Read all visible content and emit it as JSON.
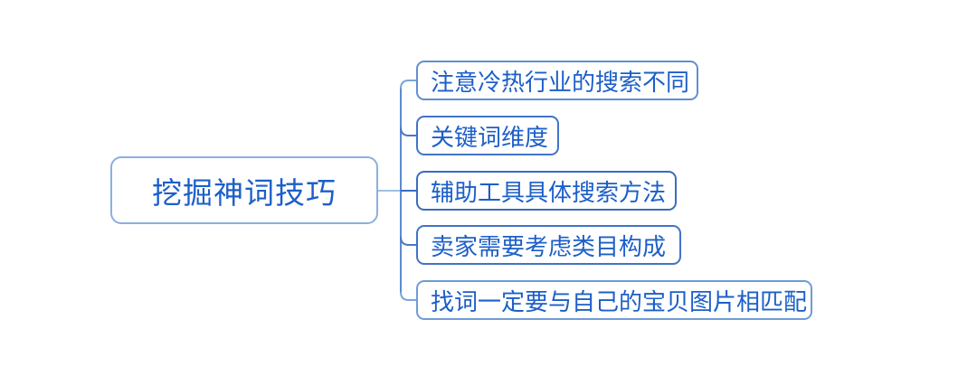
{
  "mindmap": {
    "root": {
      "label": "挖掘神词技巧"
    },
    "children": [
      {
        "label": "注意冷热行业的搜索不同"
      },
      {
        "label": "关键词维度"
      },
      {
        "label": "辅助工具具体搜索方法"
      },
      {
        "label": "卖家需要考虑类目构成"
      },
      {
        "label": "找词一定要与自己的宝贝图片相匹配"
      }
    ],
    "colors": {
      "node_text": "#1c5fc8",
      "root_border": "#8ab0e0",
      "child_border": "#4273c8",
      "connector_light": "#9fc0e4",
      "connector_medium": "#7ba6da",
      "connector_dark": "#3a6cc2"
    }
  }
}
